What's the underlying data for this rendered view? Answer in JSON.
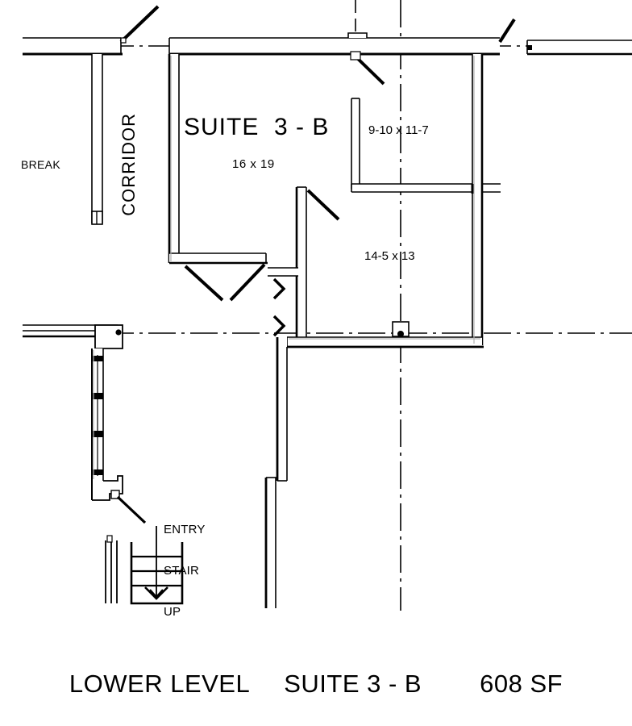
{
  "drawing": {
    "type": "architectural-floor-plan",
    "suite": {
      "name": "SUITE  3 - B",
      "dimensions": "16 x 19"
    },
    "rooms": [
      {
        "name": "office-a",
        "dimensions": "9-10 x 11-7"
      },
      {
        "name": "office-b",
        "dimensions": "14-5 x 13"
      }
    ],
    "labels": {
      "break": "BREAK",
      "corridor": "CORRIDOR",
      "entry_stair": [
        "ENTRY",
        "STAIR",
        "UP"
      ]
    },
    "footer": {
      "level": "LOWER LEVEL",
      "suite": "SUITE  3 - B",
      "area": "608 SF"
    },
    "colors": {
      "line": "#000000",
      "wall_fill": "#ffffff",
      "wall_shadow": "#9a9a9a",
      "background": "#ffffff"
    }
  }
}
